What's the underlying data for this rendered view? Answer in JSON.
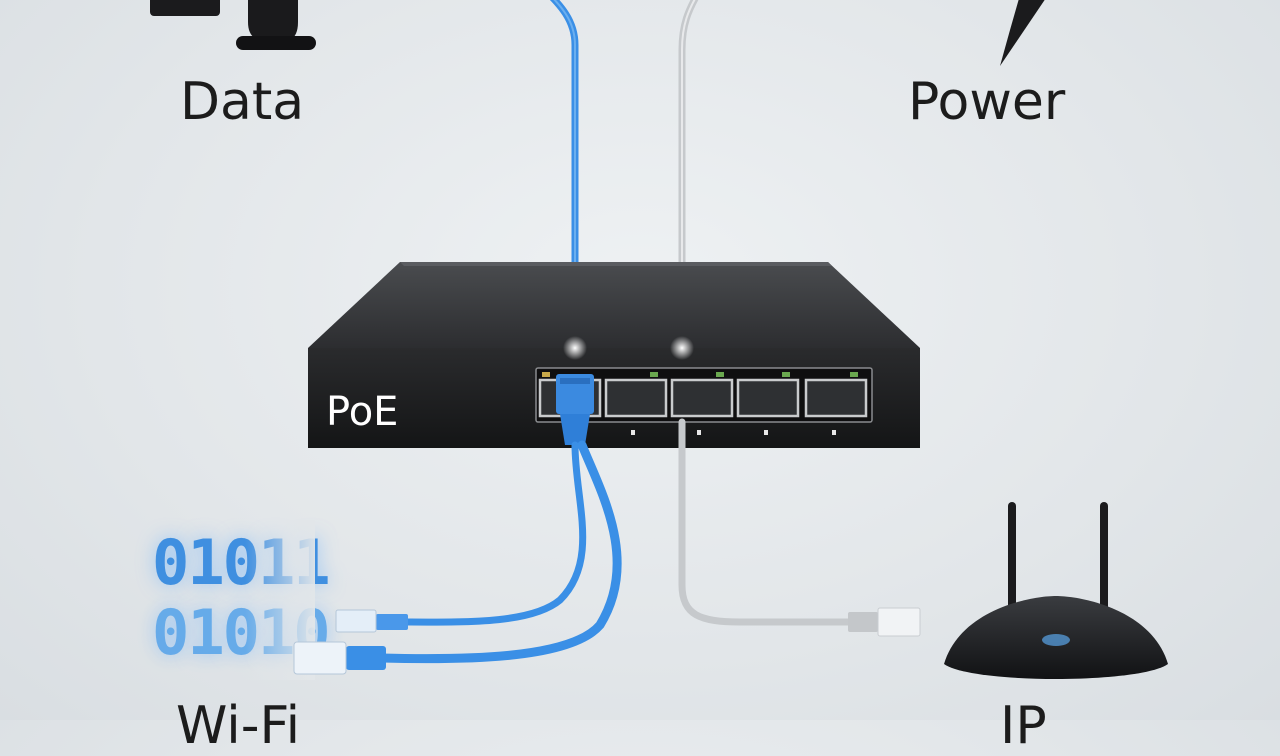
{
  "labels": {
    "data": "Data",
    "power": "Power",
    "wifi": "Wi-Fi",
    "ip": "IP"
  },
  "device": {
    "brand_label": "PoE",
    "port_count": 5
  },
  "binary": {
    "line1": "01011",
    "line2": "01010"
  },
  "colors": {
    "data_cable": "#3a8fe6",
    "power_cable": "#c4c7ca",
    "switch_body": "#1e1f21",
    "background": "#e2e6e9"
  },
  "icons": [
    "camera-icon",
    "lightning-icon",
    "router-icon",
    "binary-data-icon"
  ]
}
